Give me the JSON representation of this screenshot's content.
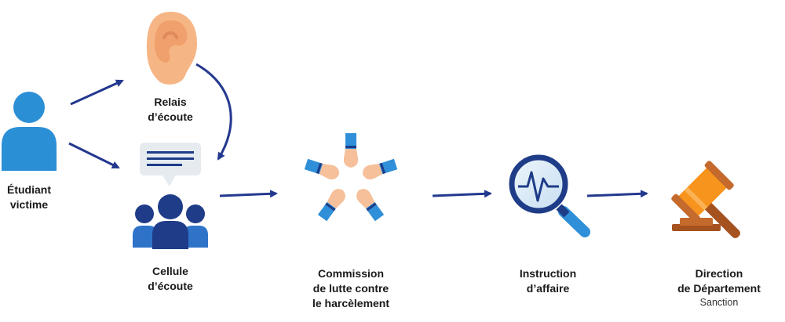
{
  "nodes": {
    "victim": {
      "lines": [
        "Étudiant",
        "victime"
      ]
    },
    "relais": {
      "lines": [
        "Relais",
        "d’écoute"
      ]
    },
    "cellule": {
      "lines": [
        "Cellule",
        "d’écoute"
      ]
    },
    "commission": {
      "lines": [
        "Commission",
        "de lutte contre",
        "le harcèlement"
      ]
    },
    "instruction": {
      "lines": [
        "Instruction",
        "d’affaire"
      ]
    },
    "direction": {
      "lines": [
        "Direction",
        "de Département"
      ],
      "sub": "Sanction"
    }
  },
  "icons": {
    "victim": "person-icon",
    "relais": "ear-icon",
    "cellule_bubble": "speech-bubble-icon",
    "cellule_group": "group-icon",
    "commission": "joined-hands-icon",
    "instruction": "magnifier-icon",
    "direction": "gavel-icon"
  },
  "colors": {
    "arrow": "#23388f",
    "person_blue": "#2b8fd6",
    "navy": "#1f3c88",
    "ear": "#f6b585",
    "gavel": "#f7941d",
    "sleeve": "#2f8fd8",
    "text": "#1a1a1a"
  }
}
